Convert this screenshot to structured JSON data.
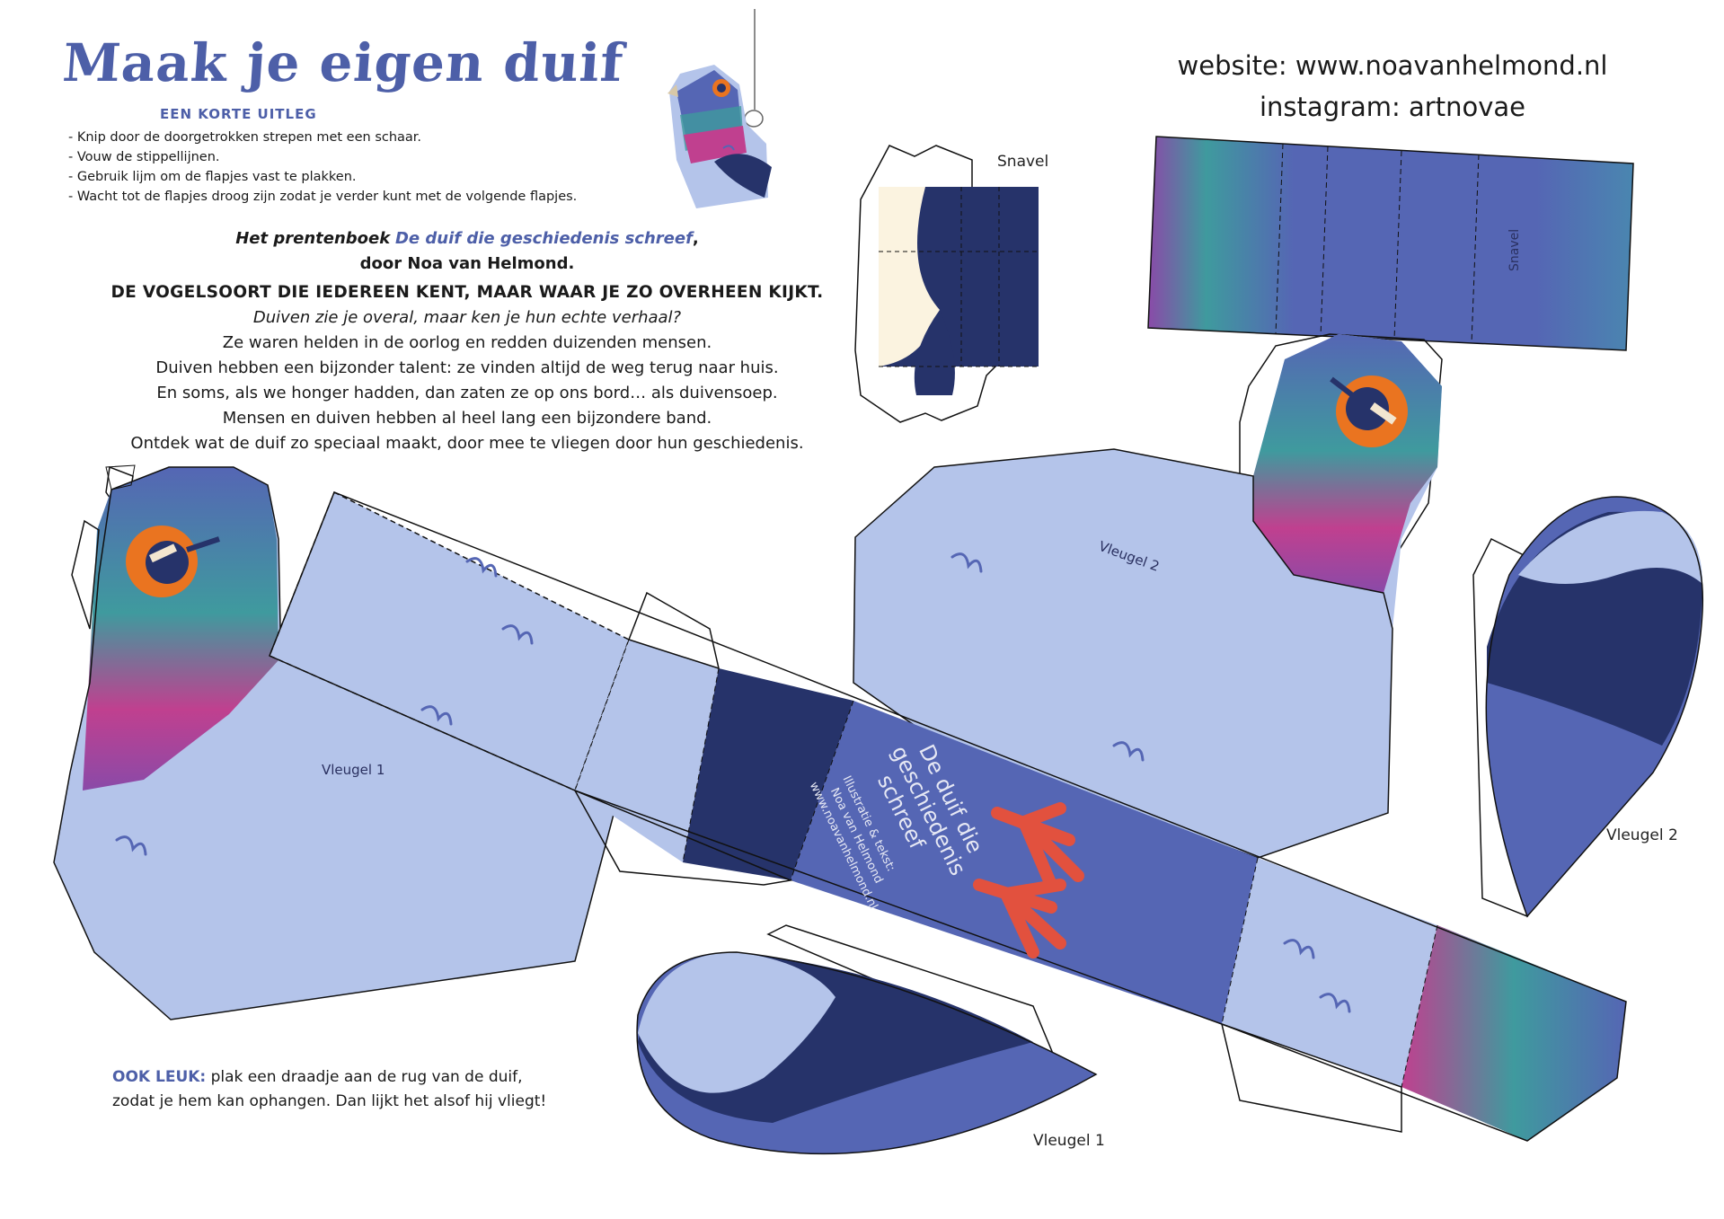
{
  "header": {
    "title": "Maak je eigen duif",
    "subtitle": "EEN KORTE UITLEG",
    "steps": [
      "Knip door de doorgetrokken strepen met een schaar.",
      "Vouw de stippellijnen.",
      "Gebruik lijm om de flapjes vast te plakken.",
      "Wacht tot de flapjes droog zijn zodat je verder kunt met de volgende flapjes."
    ]
  },
  "book": {
    "intro": "Het prentenboek",
    "book_title": "De duif die geschiedenis schreef",
    "comma": ",",
    "author": "door Noa van Helmond.",
    "headline": "DE VOGELSOORT DIE IEDEREEN KENT, MAAR WAAR JE ZO OVERHEEN KIJKT.",
    "tagline": "Duiven zie je overal, maar ken je hun echte verhaal?",
    "lines": [
      "Ze waren helden in de oorlog en redden duizenden mensen.",
      "Duiven hebben een bijzonder talent: ze vinden altijd de weg terug naar huis.",
      "En soms, als we honger hadden, dan zaten ze op ons bord… als duivensoep.",
      "Mensen en duiven hebben al heel lang een bijzondere band.",
      "Ontdek wat de duif zo speciaal maakt, door mee te vliegen door hun geschiedenis."
    ]
  },
  "contact": {
    "website": "website: www.noavanhelmond.nl",
    "instagram": "instagram: artnovae"
  },
  "extra": {
    "label": "OOK LEUK:",
    "line1": " plak een draadje aan de rug van de duif,",
    "line2": "zodat je hem kan ophangen. Dan lijkt het alsof hij vliegt!"
  },
  "labels": {
    "snavel_top": "Snavel",
    "snavel_strip": "Snavel",
    "vleugel1_body": "Vleugel 1",
    "vleugel2_body": "Vleugel 2",
    "vleugel2_wing": "Vleugel 2",
    "vleugel1_wing": "Vleugel 1"
  },
  "cover": {
    "title_lines": [
      "De duif die",
      "geschiedenis",
      "schreef"
    ],
    "credit_lines": [
      "Illustratie & tekst:",
      "Noa van Helmond",
      "www.noavanhelmond.nl"
    ]
  },
  "colors": {
    "body_light": "#b4c4ea",
    "body_mid": "#5566b4",
    "dark_navy": "#26336a",
    "neck_pink": "#c0408f",
    "neck_teal": "#3f9a9e",
    "eye_orange": "#ea7420",
    "feet_red": "#e2513e",
    "title_blue": "#4d5fa8"
  },
  "icons": [
    "hanging-pigeon-illustration",
    "pigeon-eye-icon",
    "pigeon-feet-icon",
    "feather-mark-icon"
  ]
}
